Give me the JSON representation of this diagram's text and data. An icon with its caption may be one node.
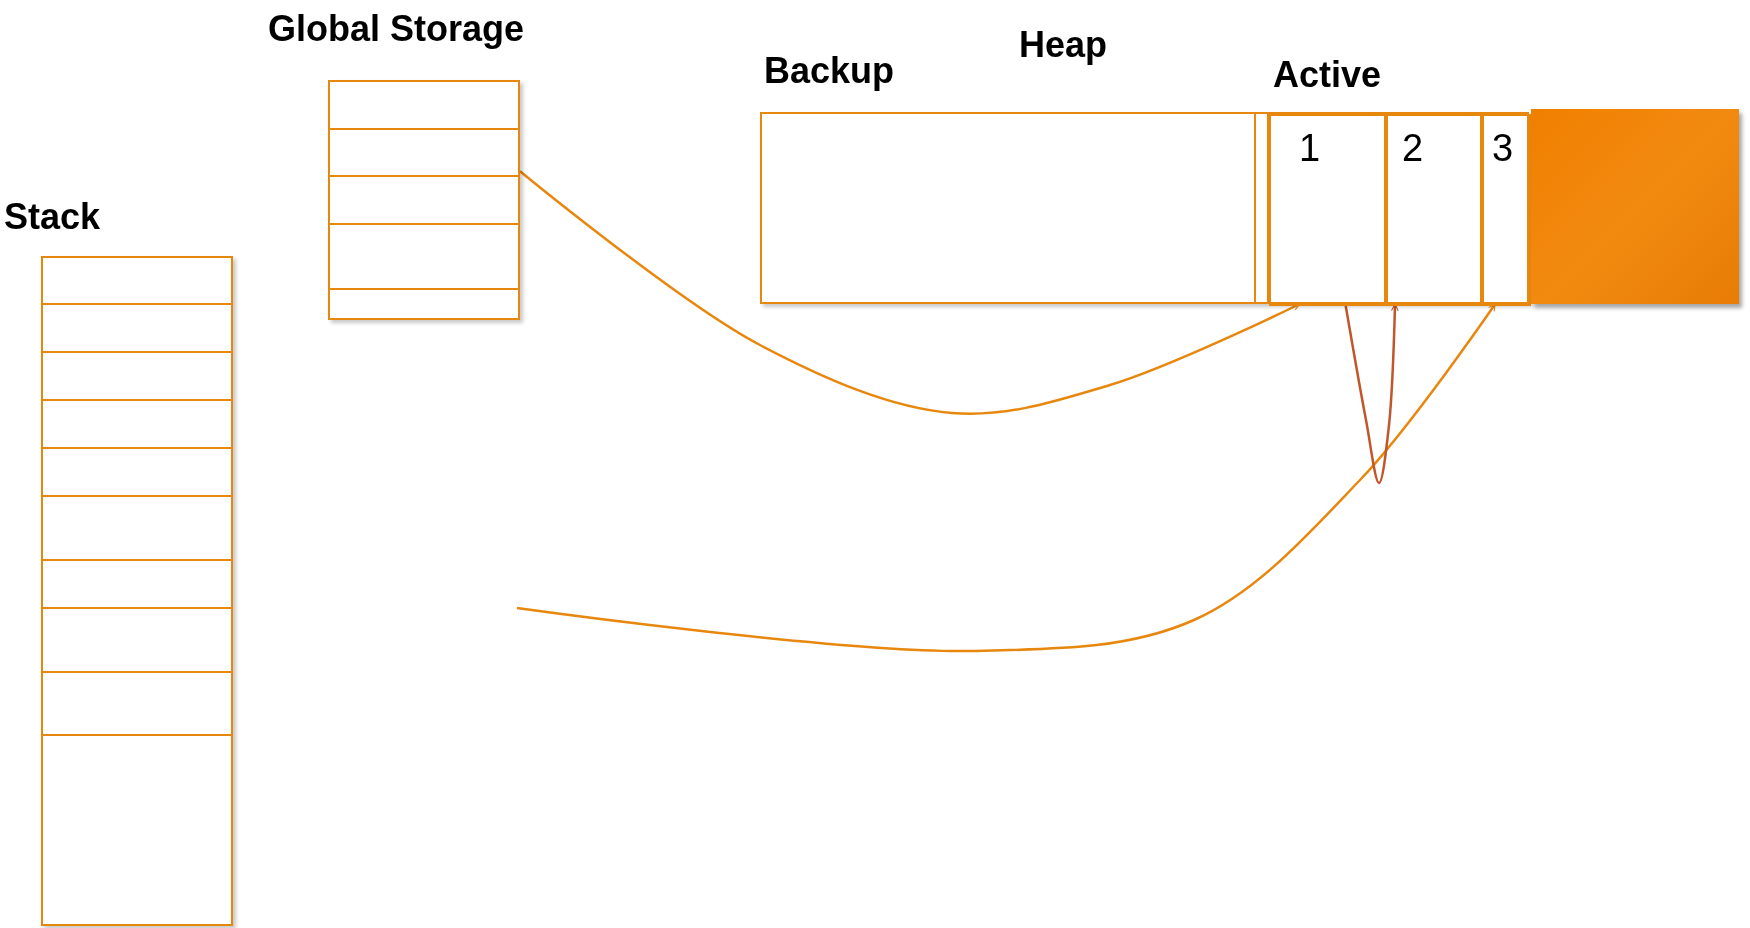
{
  "diagram": {
    "nodes": [
      {
        "text": [
          "Stack"
        ]
      },
      {
        "text": [
          "Global Storage"
        ]
      },
      {
        "text": [
          "Heap"
        ]
      },
      {
        "text": [
          "Backup"
        ],
        "in": 2
      },
      {
        "text": [
          "Active"
        ],
        "in": 2
      },
      {
        "text": [
          "1"
        ],
        "in": 4
      },
      {
        "text": [
          "2"
        ],
        "in": 4
      },
      {
        "text": [
          "3"
        ],
        "in": 4
      },
      {
        "text": [],
        "shape": "box"
      }
    ],
    "edges": [
      {
        "from": 1,
        "to": 5,
        "arrow": "to"
      },
      {
        "from": null,
        "to": 7,
        "arrow": "to"
      },
      {
        "from": 5,
        "to": 6,
        "arrow": "to",
        "color": "#c0562a"
      }
    ]
  }
}
